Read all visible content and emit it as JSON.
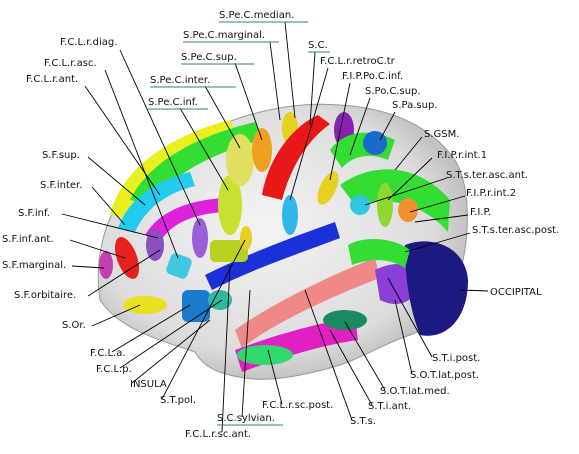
{
  "labels": {
    "s_pe_c_median": "S.Pe.C.median.",
    "s_pe_c_marginal": "S.Pe.C.marginal.",
    "s_pe_c_sup": "S.Pe.C.sup.",
    "s_pe_c_inter": "S.Pe.C.inter.",
    "s_pe_c_inf": "S.Pe.C.inf.",
    "f_c_l_r_diag": "F.C.L.r.diag.",
    "f_c_l_r_asc": "F.C.L.r.asc.",
    "f_c_l_r_ant": "F.C.L.r.ant.",
    "s_c": "S.C.",
    "f_c_l_r_retroc_tr": "F.C.L.r.retroC.tr",
    "f_i_p_po_c_inf": "F.I.P.Po.C.inf.",
    "s_po_c_sup": "S.Po.C.sup.",
    "s_pa_sup": "S.Pa.sup.",
    "s_gsm": "S.GSM.",
    "f_i_p_r_int_1": "F.I.P.r.int.1",
    "s_t_s_ter_asc_ant": "S.T.s.ter.asc.ant.",
    "f_i_p_r_int_2": "F.I.P.r.int.2",
    "f_i_p": "F.I.P.",
    "s_t_s_ter_asc_post": "S.T.s.ter.asc.post.",
    "s_f_sup": "S.F.sup.",
    "s_f_inter": "S.F.inter.",
    "s_f_inf": "S.F.inf.",
    "s_f_inf_ant": "S.F.inf.ant.",
    "s_f_marginal": "S.F.marginal.",
    "s_f_orbitaire": "S.F.orbitaire.",
    "s_or": "S.Or.",
    "occipital": "OCCIPITAL",
    "f_c_l_a": "F.C.L.a.",
    "f_c_l_p": "F.C.L.p.",
    "insula": "INSULA",
    "s_t_pol": "S.T.pol.",
    "s_c_sylvian": "S.C.sylvian.",
    "f_c_l_r_sc_ant": "F.C.L.r.sc.ant.",
    "f_c_l_r_sc_post": "F.C.L.r.sc.post.",
    "s_t_s": "S.T.s.",
    "s_t_i_ant": "S.T.i.ant.",
    "s_o_t_lat_med": "S.O.T.lat.med.",
    "s_o_t_lat_post": "S.O.T.lat.post.",
    "s_t_i_post": "S.T.i.post."
  },
  "colors": {
    "underline": "#2e8b57",
    "leader": "#000000",
    "cortex": "#e8e8e8"
  }
}
